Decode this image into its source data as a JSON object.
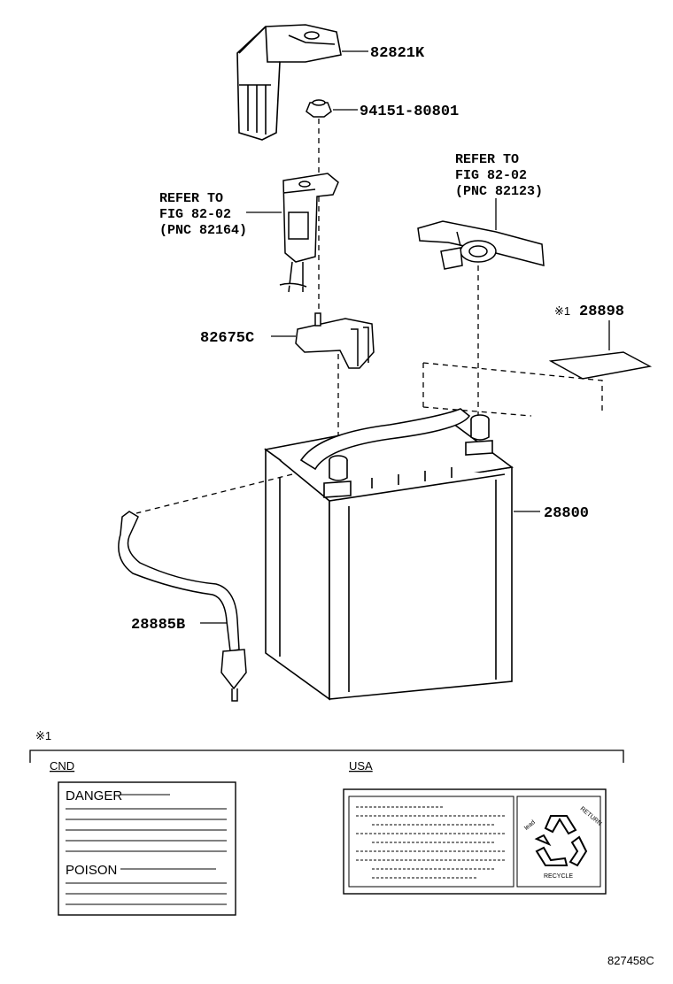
{
  "parts": {
    "p82821k": "82821K",
    "p9415180801": "94151-80801",
    "p82675c": "82675C",
    "p28898": "28898",
    "p28800": "28800",
    "p28885b": "28885B"
  },
  "refs": {
    "left": {
      "line1": "REFER TO",
      "line2": "FIG 82-02",
      "line3": "(PNC 82164)"
    },
    "right": {
      "line1": "REFER TO",
      "line2": "FIG 82-02",
      "line3": "(PNC 82123)"
    }
  },
  "note_mark": "※1",
  "labels_section": {
    "cnd": "CND",
    "usa": "USA",
    "danger": "DANGER",
    "poison": "POISON",
    "recycle_top_left": "lead",
    "recycle_top_right": "RETURN",
    "recycle_bottom": "RECYCLE"
  },
  "drawing_number": "827458C"
}
